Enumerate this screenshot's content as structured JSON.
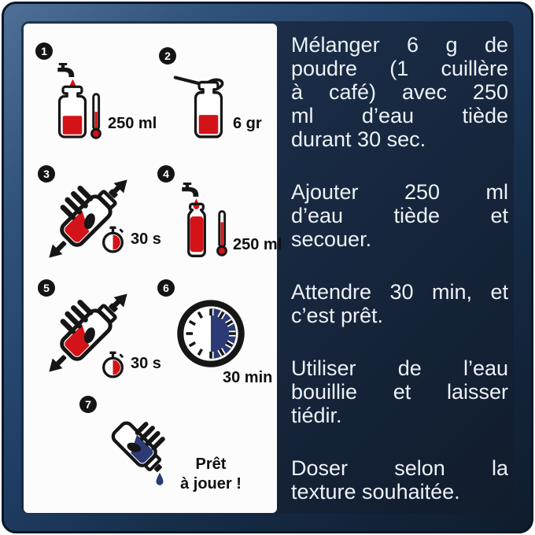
{
  "panel": {
    "steps": [
      {
        "number": "1",
        "label": "250 ml",
        "icons": [
          "faucet",
          "water-drop",
          "jar-partly-filled",
          "thermometer-low"
        ]
      },
      {
        "number": "2",
        "label": "6 gr",
        "icons": [
          "spoon",
          "jar-partly-filled"
        ]
      },
      {
        "number": "3",
        "label": "30 s",
        "icons": [
          "shaking-bottle-red",
          "stopwatch-half-red"
        ]
      },
      {
        "number": "4",
        "label": "250 ml",
        "icons": [
          "faucet",
          "water-drop",
          "bottle-full-red",
          "thermometer-high"
        ]
      },
      {
        "number": "5",
        "label": "30 s",
        "icons": [
          "shaking-bottle-red",
          "stopwatch-half-red"
        ]
      },
      {
        "number": "6",
        "label": "30 min",
        "icons": [
          "clock-half-blue"
        ]
      },
      {
        "number": "7",
        "label_line1": "Prêt",
        "label_line2": "à jouer !",
        "icons": [
          "pouring-bottle-blue",
          "blue-drop"
        ]
      }
    ]
  },
  "instructions": {
    "paragraphs": [
      {
        "lines": [
          "Mélanger 6 g de",
          "poudre (1 cuillère",
          "à café) avec 250",
          "ml d’eau tiède",
          "durant 30 sec."
        ]
      },
      {
        "lines": [
          "Ajouter 250 ml",
          "d’eau tiède et",
          "secouer."
        ]
      },
      {
        "lines": [
          "Attendre 30 min, et",
          "c’est prêt."
        ]
      },
      {
        "lines": [
          "Utiliser de l’eau",
          "bouillie et laisser",
          "tiédir."
        ]
      },
      {
        "lines": [
          "Doser selon la",
          "texture souhaitée."
        ]
      }
    ]
  },
  "colors": {
    "red": "#d41318",
    "navy": "#2c3a76",
    "ink": "#161616",
    "panel_white": "#fcfcfd",
    "background_dark": "#16233a",
    "frame_light": "#4f7096",
    "text_light": "#edf1f6"
  }
}
